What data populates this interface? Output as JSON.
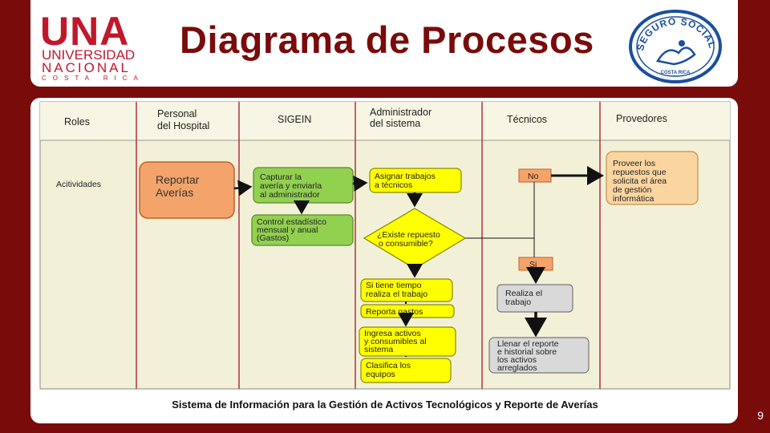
{
  "header": {
    "title": "Diagrama de Procesos",
    "logo_left": {
      "name": "una-logo",
      "text_main": "UNA",
      "line2": "UNIVERSIDAD",
      "line3": "NACIONAL",
      "line4": "COSTA RICA"
    },
    "logo_right": {
      "name": "seguro-social-logo",
      "text_arc": "SEGURO SOCIAL",
      "text_bottom": "COSTA RICA"
    }
  },
  "diagram": {
    "columns": [
      "Roles",
      "Personal del Hospital",
      "SIGEIN",
      "Administrador del sistema",
      "Técnicos",
      "Provedores"
    ],
    "row_label": "Acitividades",
    "nodes": {
      "reportar": "Reportar Averías",
      "capturar": "Capturar la avería y enviarla al administrador",
      "control": "Control estadístico mensual y anual (Gastos)",
      "asignar": "Asignar trabajos a técnicos",
      "existe": "¿Existe repuesto o consumible?",
      "si_tiene": "Si tiene tiempo realiza el trabajo",
      "reporta": "Reporta gastos",
      "ingresa": "Ingresa activos y consumibles al sistema",
      "clasifica": "Clasifica los equipos",
      "no": "No",
      "si": "Si",
      "realiza": "Realiza el trabajo",
      "llenar": "Llenar el reporte e historial sobre los activos arreglados",
      "proveer": "Proveer los repuestos que solicita el área de gestión informática"
    },
    "colors": {
      "orange": "#f4a46a",
      "green": "#92d050",
      "yellow": "#ffff00",
      "gray": "#d9d9d9",
      "peach": "#fbd5a0",
      "swimlane_bg": "#f2f1d8",
      "lane_border": "#b03040"
    }
  },
  "caption": "Sistema de Información para la Gestión de Activos Tecnológicos y Reporte de Averías",
  "page_number": "9"
}
